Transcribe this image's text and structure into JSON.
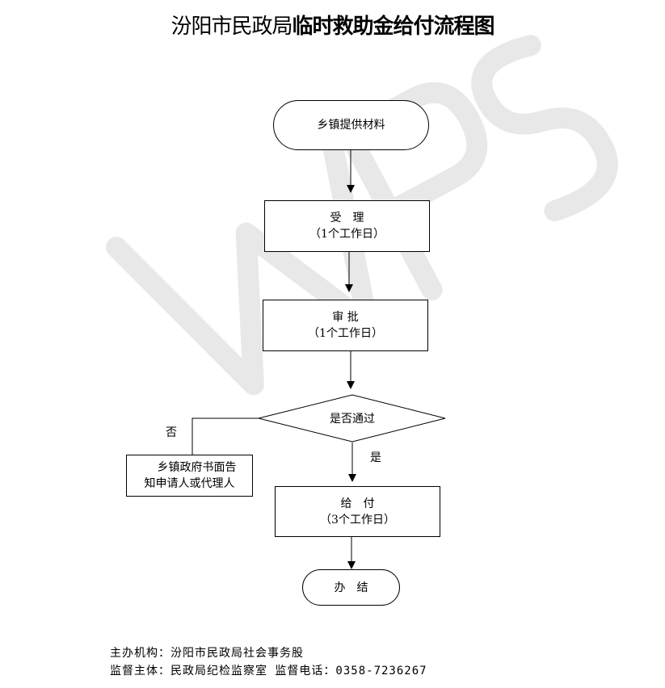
{
  "title": {
    "prefix": "汾阳市民政局",
    "main": "临时救助金给付流程图"
  },
  "watermark": {
    "text": "WPS",
    "color": "#e6e6e6"
  },
  "nodes": {
    "start": {
      "line1": "乡镇提供材料"
    },
    "accept": {
      "line1": "受　理",
      "line2": "（1个工作日）"
    },
    "review": {
      "line1": "审  批",
      "line2": "（1个工作日）"
    },
    "decision": {
      "line1": "是否通过"
    },
    "reject": {
      "line1": "乡镇政府书面告",
      "line2": "知申请人或代理人"
    },
    "pay": {
      "line1": "给　付",
      "line2": "（3个工作日）"
    },
    "end": {
      "line1": "办　结"
    }
  },
  "edge_labels": {
    "no": "否",
    "yes": "是"
  },
  "footer": {
    "org": "主办机构：汾阳市民政局社会事务股",
    "supervise": "监督主体：民政局纪检监察室  监督电话：0358-7236267"
  }
}
